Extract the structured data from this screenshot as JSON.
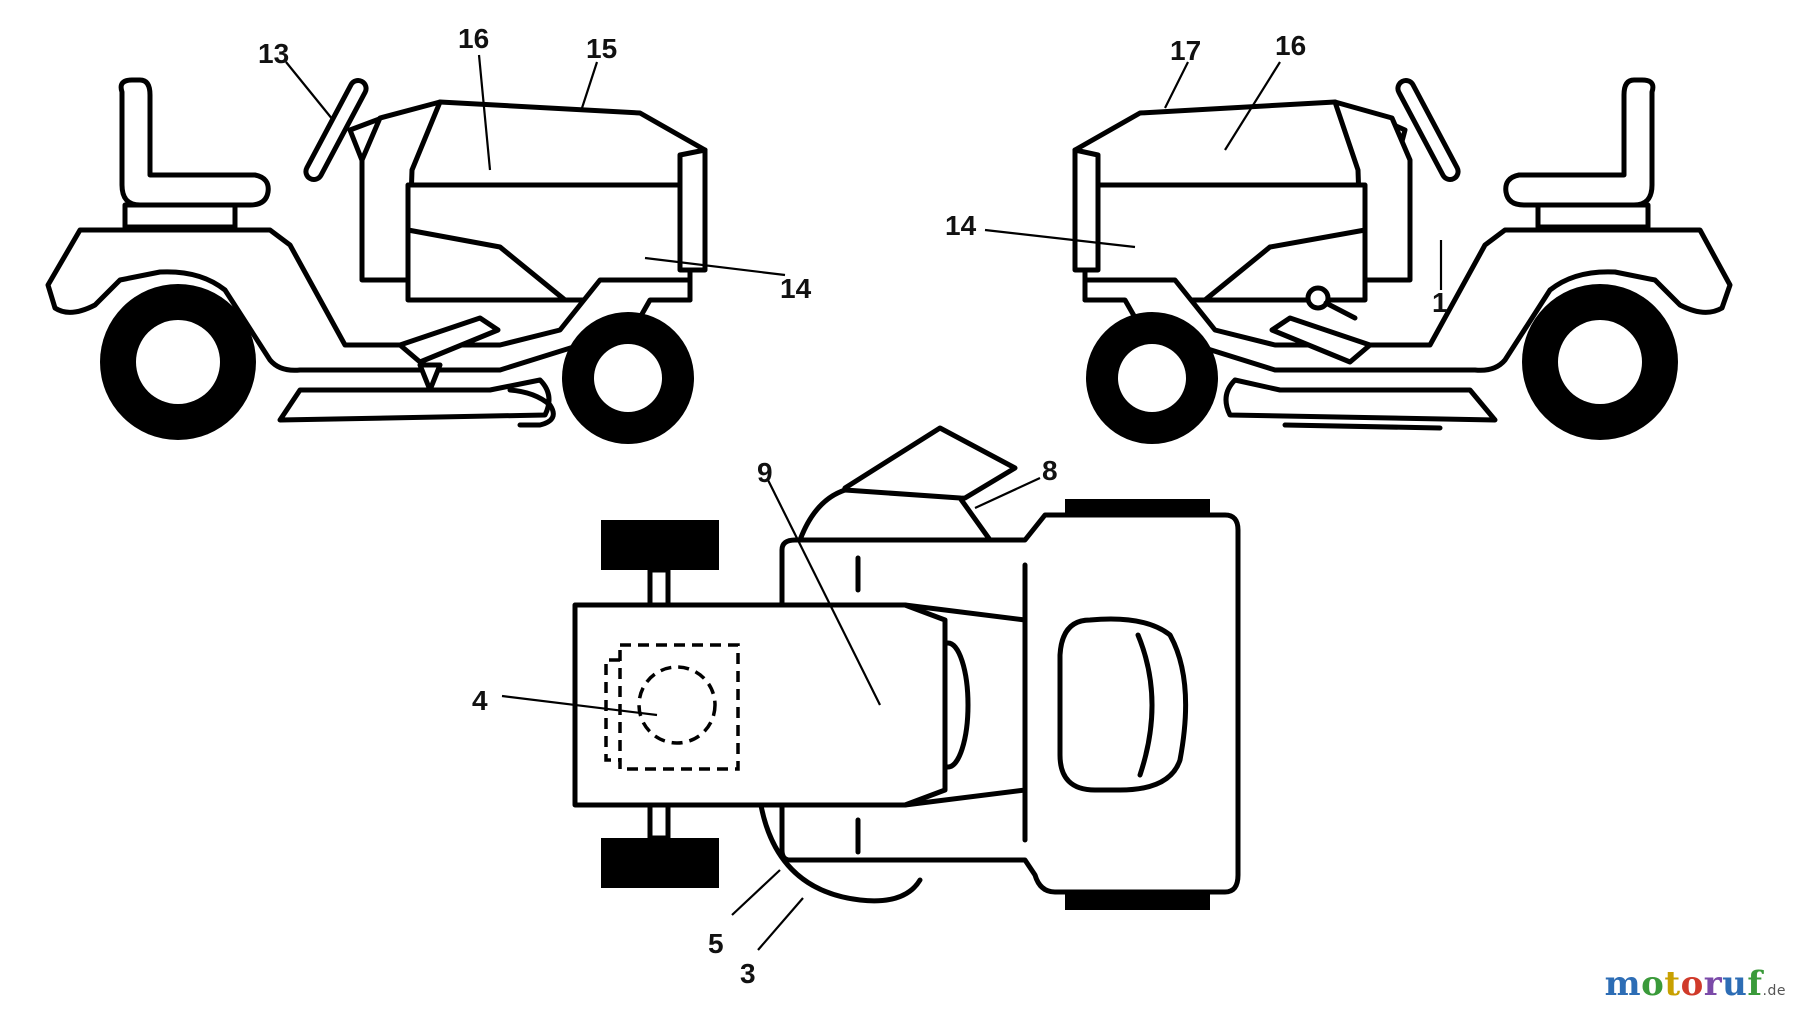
{
  "labels": {
    "left_13": "13",
    "left_16": "16",
    "left_15": "15",
    "left_14": "14",
    "right_17": "17",
    "right_16": "16",
    "right_14": "14",
    "right_1": "1",
    "top_9": "9",
    "top_8": "8",
    "top_4": "4",
    "top_5": "5",
    "top_3": "3"
  },
  "watermark": {
    "brand_parts": [
      "m",
      "o",
      "t",
      "o",
      "r",
      "u",
      "f"
    ],
    "tld": ".de"
  }
}
